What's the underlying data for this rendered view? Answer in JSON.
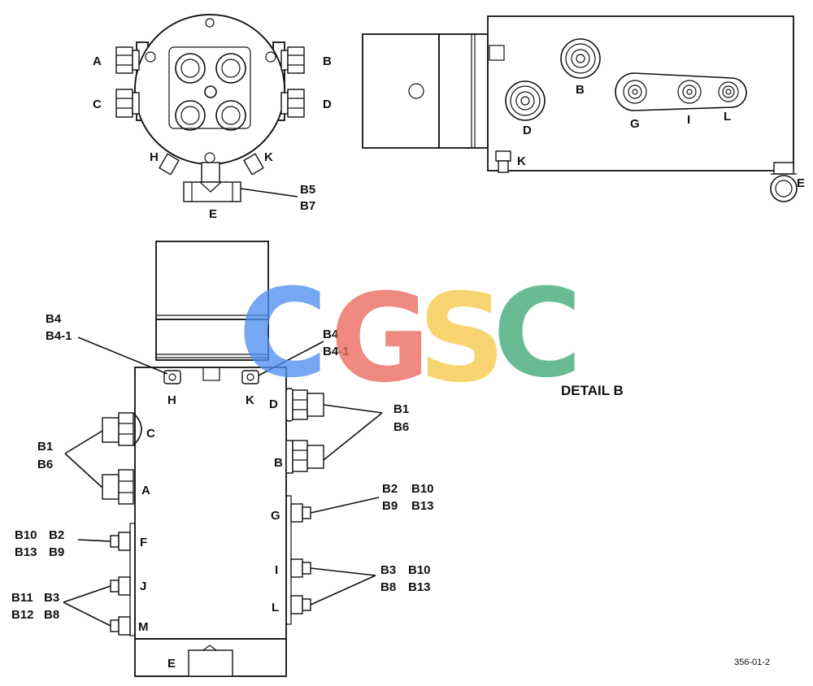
{
  "top_view": {
    "port_a": "A",
    "port_b": "B",
    "port_c": "C",
    "port_d": "D",
    "port_h": "H",
    "port_k": "K",
    "port_e": "E",
    "callout_1": "B5",
    "callout_2": "B7"
  },
  "side_view": {
    "port_b": "B",
    "port_d": "D",
    "port_g": "G",
    "port_i": "I",
    "port_l": "L",
    "port_k": "K",
    "port_e": "E"
  },
  "front_view": {
    "left_top_callout_1": "B4",
    "left_top_callout_2": "B4-1",
    "right_top_callout_1": "B4",
    "right_top_callout_2": "B4-1",
    "port_h": "H",
    "port_k": "K",
    "port_d": "D",
    "port_c": "C",
    "port_b": "B",
    "port_a": "A",
    "port_g": "G",
    "port_f": "F",
    "port_i": "I",
    "port_j": "J",
    "port_l": "L",
    "port_m": "M",
    "port_e": "E",
    "callout_b1_right": "B1",
    "callout_b6_right": "B6",
    "callout_b1_left": "B1",
    "callout_b6_left": "B6",
    "callout_g_1": "B2",
    "callout_g_2": "B10",
    "callout_g_3": "B9",
    "callout_g_4": "B13",
    "callout_f_1": "B10",
    "callout_f_2": "B2",
    "callout_f_3": "B13",
    "callout_f_4": "B9",
    "callout_il_1": "B3",
    "callout_il_2": "B10",
    "callout_il_3": "B8",
    "callout_il_4": "B13",
    "callout_jm_1": "B11",
    "callout_jm_2": "B3",
    "callout_jm_3": "B12",
    "callout_jm_4": "B8"
  },
  "detail_title": "DETAIL B",
  "figure_number": "356-01-2",
  "watermark": {
    "letters": [
      "C",
      "G",
      "S",
      "C"
    ],
    "colors": [
      "#4f8ff0",
      "#ec6a5e",
      "#f7c94a",
      "#3fa877"
    ]
  }
}
